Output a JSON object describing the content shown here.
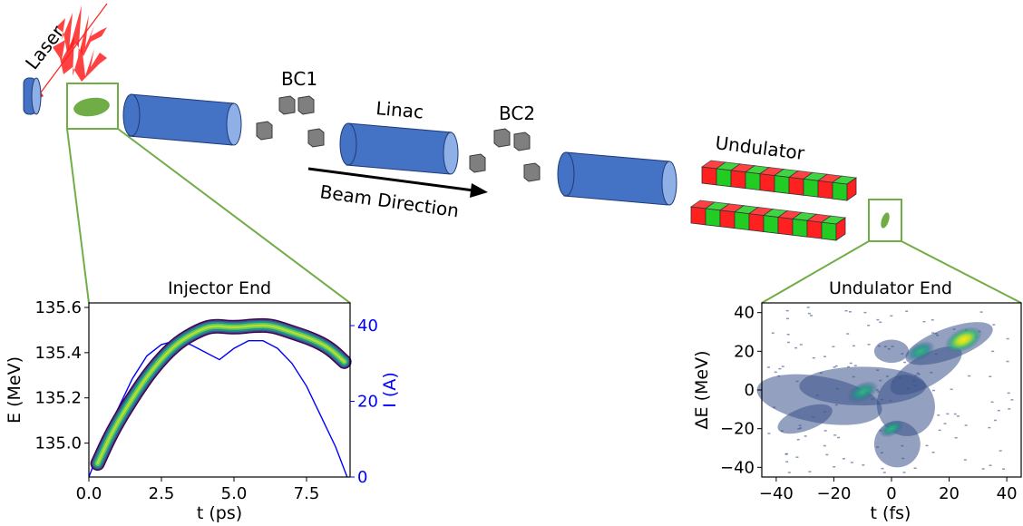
{
  "diagram": {
    "labels": {
      "laser": "Laser",
      "bc1": "BC1",
      "linac": "Linac",
      "bc2": "BC2",
      "beam_direction": "Beam Direction",
      "undulator": "Undulator"
    },
    "colors": {
      "cavity": "#4472c4",
      "cavity_end": "#8fb0e6",
      "magnet": "#7f7f7f",
      "undulator_red": "#ff2020",
      "undulator_green": "#22cc22",
      "beam_spot": "#70ad47",
      "laser": "#ff2020"
    }
  },
  "chart_data": [
    {
      "type": "scatter",
      "title": "Injector End",
      "xlabel": "t (ps)",
      "ylabel": "E (MeV)",
      "y2label": "I (A)",
      "xlim": [
        0,
        9
      ],
      "ylim": [
        134.85,
        135.62
      ],
      "y2lim": [
        0,
        46
      ],
      "xticks": [
        "0.0",
        "2.5",
        "5.0",
        "7.5"
      ],
      "yticks": [
        "135.0",
        "135.2",
        "135.4",
        "135.6"
      ],
      "y2ticks": [
        "0",
        "20",
        "40"
      ],
      "series": [
        {
          "name": "E",
          "colormap": "viridis",
          "x": [
            0.3,
            0.8,
            1.5,
            2.2,
            3.0,
            3.8,
            4.3,
            5.0,
            5.7,
            6.3,
            7.0,
            7.7,
            8.3,
            8.8
          ],
          "y": [
            134.91,
            135.05,
            135.2,
            135.33,
            135.44,
            135.5,
            135.52,
            135.51,
            135.52,
            135.52,
            135.49,
            135.46,
            135.42,
            135.36
          ]
        },
        {
          "name": "I",
          "color": "#0000ff",
          "x": [
            0.0,
            0.5,
            1.0,
            1.5,
            2.0,
            2.5,
            3.0,
            3.5,
            4.0,
            4.5,
            5.0,
            5.5,
            6.0,
            6.5,
            7.0,
            7.5,
            8.0,
            8.5,
            8.9
          ],
          "y": [
            0,
            10,
            18,
            26,
            32,
            35,
            36,
            35,
            33,
            31,
            34,
            36,
            36,
            34,
            30,
            24,
            16,
            8,
            0
          ]
        }
      ]
    },
    {
      "type": "heatmap",
      "title": "Undulator End",
      "xlabel": "t (fs)",
      "ylabel": "ΔE (MeV)",
      "xlim": [
        -45,
        45
      ],
      "ylim": [
        -45,
        45
      ],
      "xticks": [
        "−40",
        "−20",
        "0",
        "20",
        "40"
      ],
      "yticks": [
        "−40",
        "−20",
        "0",
        "20",
        "40"
      ],
      "colormap": "viridis",
      "hotspots": [
        {
          "x": 25,
          "y": 26,
          "level": 1.0
        },
        {
          "x": 10,
          "y": 20,
          "level": 0.6
        },
        {
          "x": -10,
          "y": -1,
          "level": 0.7
        },
        {
          "x": 0,
          "y": -20,
          "level": 0.4
        }
      ]
    }
  ]
}
